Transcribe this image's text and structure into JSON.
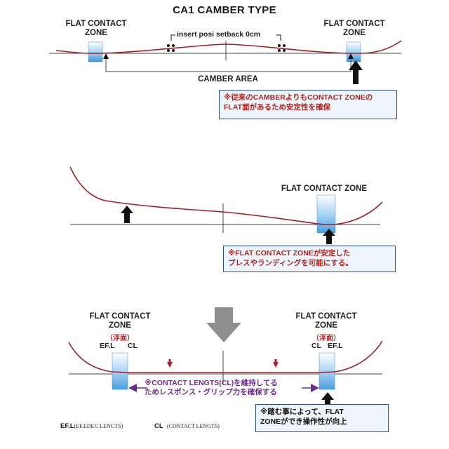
{
  "title": "CA1 CAMBER TYPE",
  "panel1": {
    "left_zone_label_line1": "FLAT CONTACT",
    "left_zone_label_line2": "ZONE",
    "right_zone_label_line1": "FLAT CONTACT",
    "right_zone_label_line2": "ZONE",
    "insert_label": "insert posi setback 0cm",
    "camber_area_label": "CAMBER AREA",
    "note_line1": "※従来のCAMBERよりもCONTACT ZONEの",
    "note_line2": "FLAT面があるため安定性を確保"
  },
  "panel2": {
    "zone_label": "FLAT CONTACT ZONE",
    "note_line1": "※FLAT CONTACT ZONEが安定した",
    "note_line2": "プレスやランディングを可能にする。"
  },
  "panel3": {
    "left_zone_label_line1": "FLAT CONTACT",
    "left_zone_label_line2": "ZONE",
    "left_float": "（浮面）",
    "left_efl": "EF.L",
    "left_cl": "CL",
    "right_zone_label_line1": "FLAT CONTACT",
    "right_zone_label_line2": "ZONE",
    "right_float": "（浮面）",
    "right_cl": "CL",
    "right_efl": "EF.L",
    "purple_line1": "※CONTACT LENGTS(CL)を維持してる",
    "purple_line2": "ためレスポンス・グリップ力を確保する",
    "note_line1": "※踏む事によって、FLAT",
    "note_line2": "ZONEができ操作性が向上"
  },
  "footer": {
    "efl_abbr": "EF.L",
    "efl_full": "(EF.EDEG LENGTS)",
    "cl_abbr": "CL",
    "cl_full": "(CONTACT LENGTS)"
  },
  "colors": {
    "curve": "#a0202c",
    "zone_blue": "#6fb3e8",
    "arrow_gray": "#8a8a8a",
    "purple": "#6b2d8c",
    "note_border": "#2a4f8a",
    "note_text": "#b3221c"
  }
}
